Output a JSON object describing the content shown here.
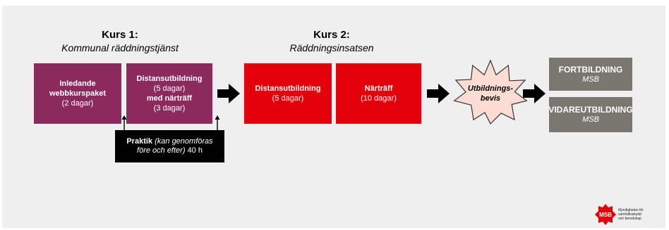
{
  "course1": {
    "title": "Kurs 1:",
    "subtitle": "Kommunal räddningstjänst",
    "box1": {
      "line1": "Inledande",
      "line2": "webbkurspaket",
      "line3": "(2 dagar)"
    },
    "box2": {
      "line1": "Distansutbildning",
      "line2": "(5 dagar)",
      "line3": "med närträff",
      "line4": "(3 dagar)"
    }
  },
  "practice": {
    "bold": "Praktik",
    "italic_a": "(kan genomföras",
    "italic_b": "före och efter)",
    "hours": "40 h"
  },
  "course2": {
    "title": "Kurs 2:",
    "subtitle": "Räddningsinsatsen",
    "box1": {
      "line1": "Distansutbildning",
      "line2": "(5 dagar)"
    },
    "box2": {
      "line1": "Närträff",
      "line2": "(10 dagar)"
    }
  },
  "certificate": {
    "line1": "Utbildnings-",
    "line2": "bevis"
  },
  "outcomes": [
    {
      "title": "FORTBILDNING",
      "org": "MSB"
    },
    {
      "title": "VIDAREUTBILDNING",
      "org": "MSB"
    }
  ],
  "logo": {
    "mark": "MSB",
    "line1": "Myndigheten för",
    "line2": "samhällsskydd",
    "line3": "och beredskap"
  },
  "colors": {
    "course1": "#8c2a5d",
    "course2": "#e3000b",
    "outcome": "#787870",
    "certificate": "#fbdcd3",
    "practice": "#000000"
  }
}
